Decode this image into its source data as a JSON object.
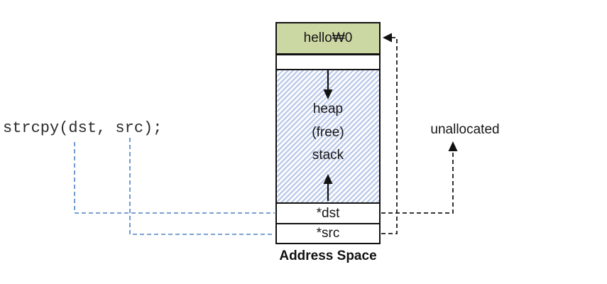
{
  "code": {
    "text": "strcpy(dst, src);"
  },
  "memory": {
    "title": "Address Space",
    "segments": {
      "string_literal": "hello₩0",
      "heap": "heap",
      "free": "(free)",
      "stack": "stack",
      "dst_pointer": "*dst",
      "src_pointer": "*src"
    }
  },
  "annotations": {
    "unallocated": "unallocated"
  },
  "colors": {
    "string_fill": "#ccd8a4",
    "hatch_stripe": "#bdcbea",
    "pointer_link_blue": "#4e82c4",
    "connector_black": "#1c1c1c"
  }
}
